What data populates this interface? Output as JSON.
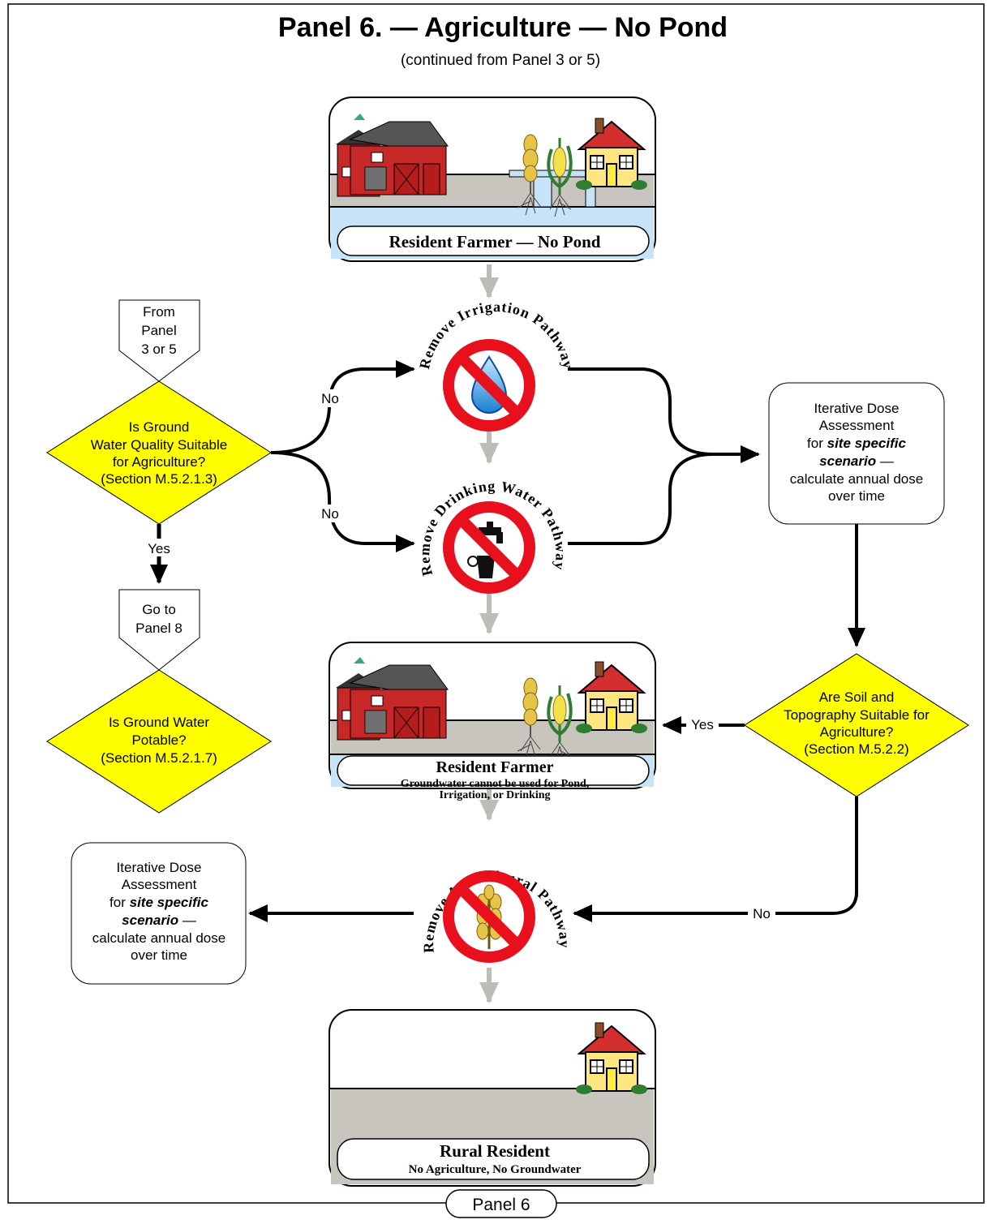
{
  "title": "Panel 6. — Agriculture — No Pond",
  "subtitle": "(continued from Panel 3 or 5)",
  "panel_tab": "Panel 6",
  "scenes": {
    "top": {
      "caption": "Resident Farmer — No Pond"
    },
    "middle": {
      "caption": "Resident Farmer",
      "caption_sub_1": "Groundwater cannot be used for Pond,",
      "caption_sub_2": "Irrigation, or Drinking"
    },
    "bottom": {
      "caption": "Rural Resident",
      "caption_sub": "No Agriculture, No Groundwater"
    }
  },
  "pathways": {
    "irrigation": "Remove Irrigation Pathway",
    "drinking": "Remove Drinking Water Pathway",
    "agricultural": "Remove Agricultural Pathway"
  },
  "connectors": {
    "from": [
      "From",
      "Panel",
      "3 or 5"
    ],
    "goto": [
      "Go to",
      "Panel 8"
    ]
  },
  "decisions": {
    "gw_quality": [
      "Is Ground",
      "Water Quality Suitable",
      "for Agriculture?",
      "(Section M.5.2.1.3)"
    ],
    "gw_potable": [
      "Is Ground Water",
      "Potable?",
      "(Section M.5.2.1.7)"
    ],
    "soil": [
      "Are Soil and",
      "Topography Suitable for",
      "Agriculture?",
      "(Section M.5.2.2)"
    ]
  },
  "dose_box": {
    "line1": "Iterative Dose",
    "line2": "Assessment",
    "line3_pre": "for ",
    "line3_em": "site specific",
    "line4_em": "scenario",
    "line4_post": " —",
    "line5": "calculate annual dose",
    "line6": "over time"
  },
  "labels": {
    "no": "No",
    "yes": "Yes"
  },
  "colors": {
    "decision": "#ffff00",
    "water": "#c6e3f7",
    "ground": "#c8c4be",
    "prohibit": "#e8101c",
    "gray_arrow": "#bdbdb5"
  }
}
